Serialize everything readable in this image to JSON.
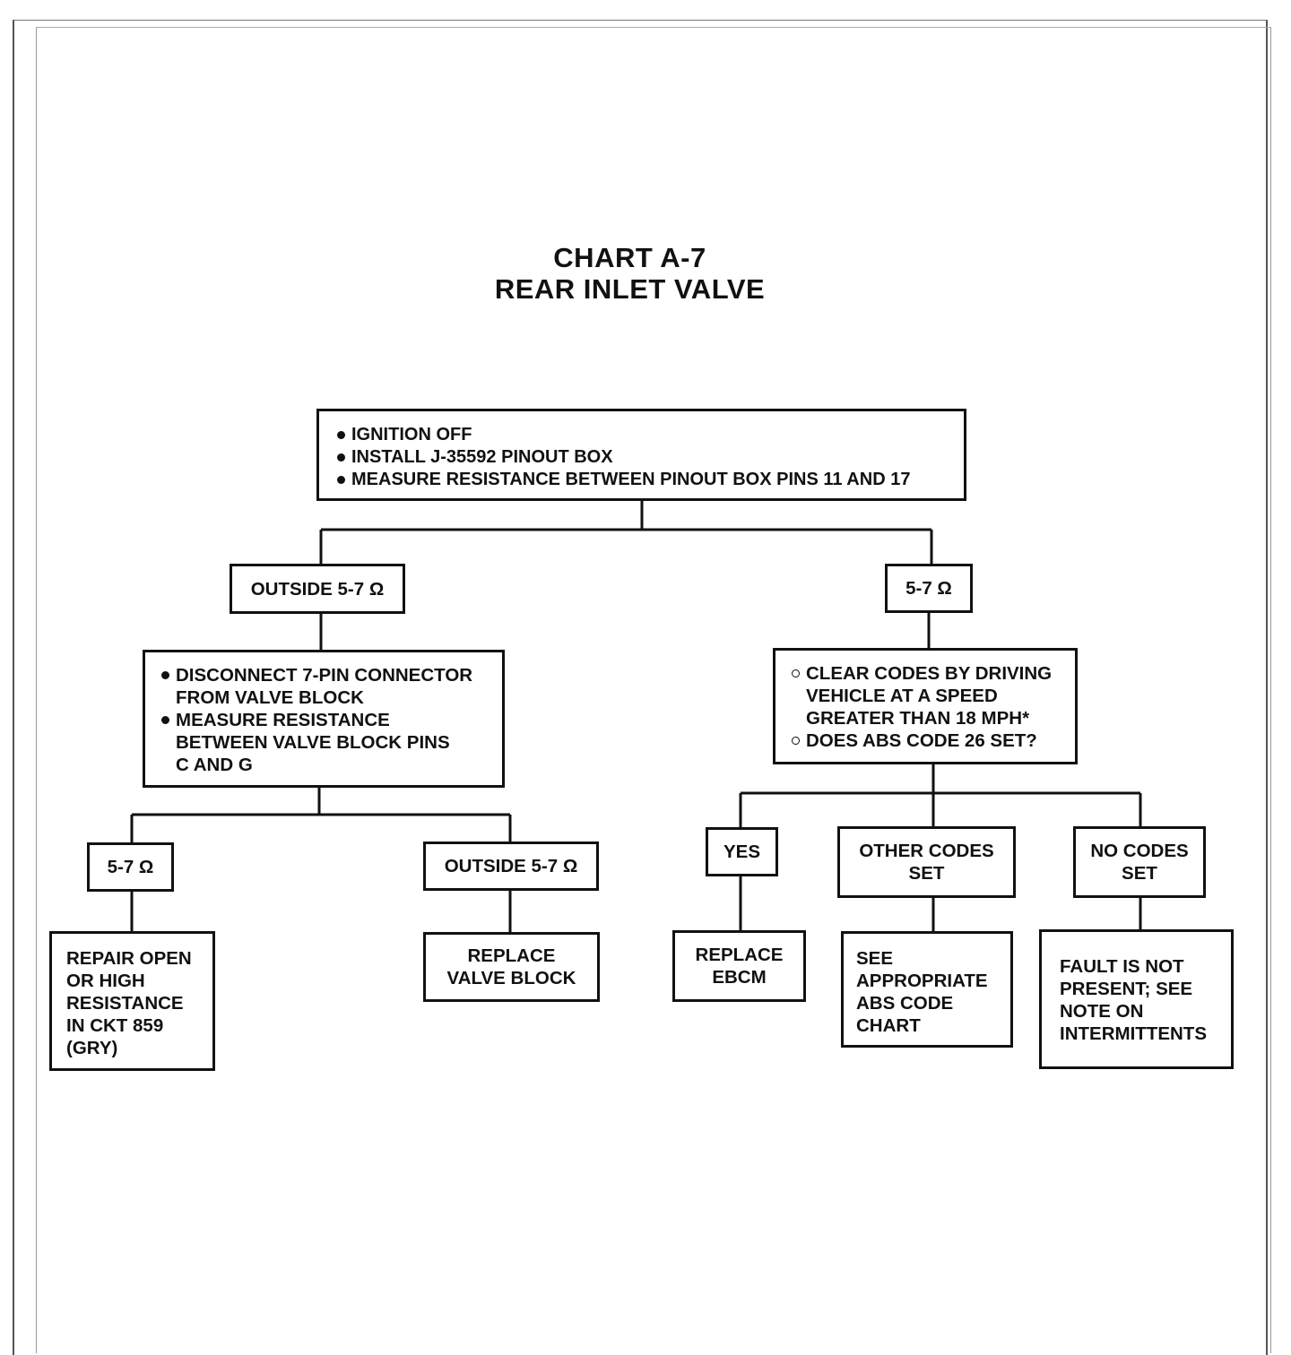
{
  "title": {
    "line1": "CHART A-7",
    "line2": "REAR INLET VALVE"
  },
  "nodes": {
    "start": {
      "items": [
        "IGNITION OFF",
        "INSTALL J-35592 PINOUT BOX",
        "MEASURE RESISTANCE BETWEEN PINOUT BOX PINS 11 AND 17"
      ]
    },
    "outside_left": {
      "label": "OUTSIDE 5-7 Ω"
    },
    "ok_right": {
      "label": "5-7 Ω"
    },
    "disconnect": {
      "items": [
        "DISCONNECT 7-PIN CONNECTOR\nFROM VALVE BLOCK",
        "MEASURE RESISTANCE\nBETWEEN VALVE BLOCK PINS\nC AND G"
      ]
    },
    "clear_codes": {
      "items": [
        "CLEAR CODES BY DRIVING\nVEHICLE AT A SPEED\nGREATER THAN 18 MPH*",
        "DOES ABS CODE 26 SET?"
      ]
    },
    "ok_sub": {
      "label": "5-7 Ω"
    },
    "outside_sub": {
      "label": "OUTSIDE 5-7 Ω"
    },
    "yes": {
      "label": "YES"
    },
    "other_codes": {
      "label": "OTHER CODES\nSET"
    },
    "no_codes": {
      "label": "NO CODES\nSET"
    },
    "repair": {
      "label": "REPAIR OPEN\nOR HIGH\nRESISTANCE\nIN CKT 859\n(GRY)"
    },
    "replace_valve": {
      "label": "REPLACE\nVALVE BLOCK"
    },
    "replace_ebcm": {
      "label": "REPLACE\nEBCM"
    },
    "see_chart": {
      "label": "SEE\nAPPROPRIATE\nABS CODE\nCHART"
    },
    "fault": {
      "label": "FAULT IS NOT\nPRESENT; SEE\nNOTE ON\nINTERMITTENTS"
    }
  }
}
